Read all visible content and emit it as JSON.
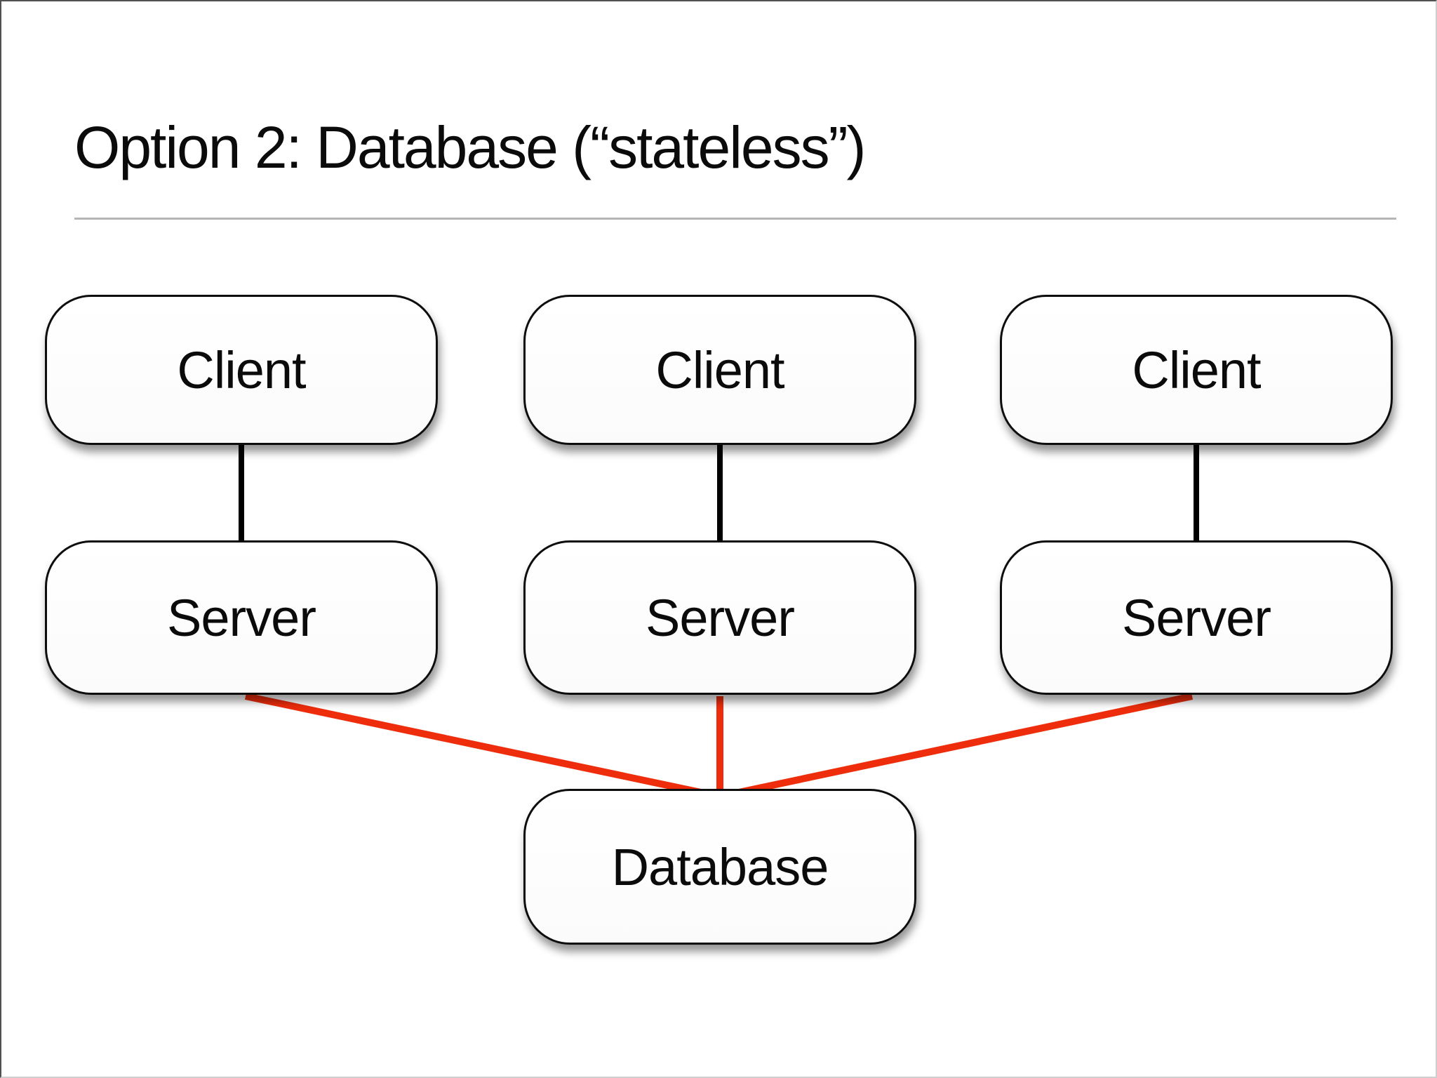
{
  "slide": {
    "title": "Option 2: Database (“stateless”)"
  },
  "diagram": {
    "columns": [
      {
        "client": "Client",
        "server": "Server"
      },
      {
        "client": "Client",
        "server": "Server"
      },
      {
        "client": "Client",
        "server": "Server"
      }
    ],
    "database": "Database",
    "colors": {
      "connector_black": "#000000",
      "connector_red": "#ee2d0c",
      "box_border": "#0d0d0d",
      "box_fill": "#ffffff",
      "divider": "#b5b5b5"
    }
  }
}
